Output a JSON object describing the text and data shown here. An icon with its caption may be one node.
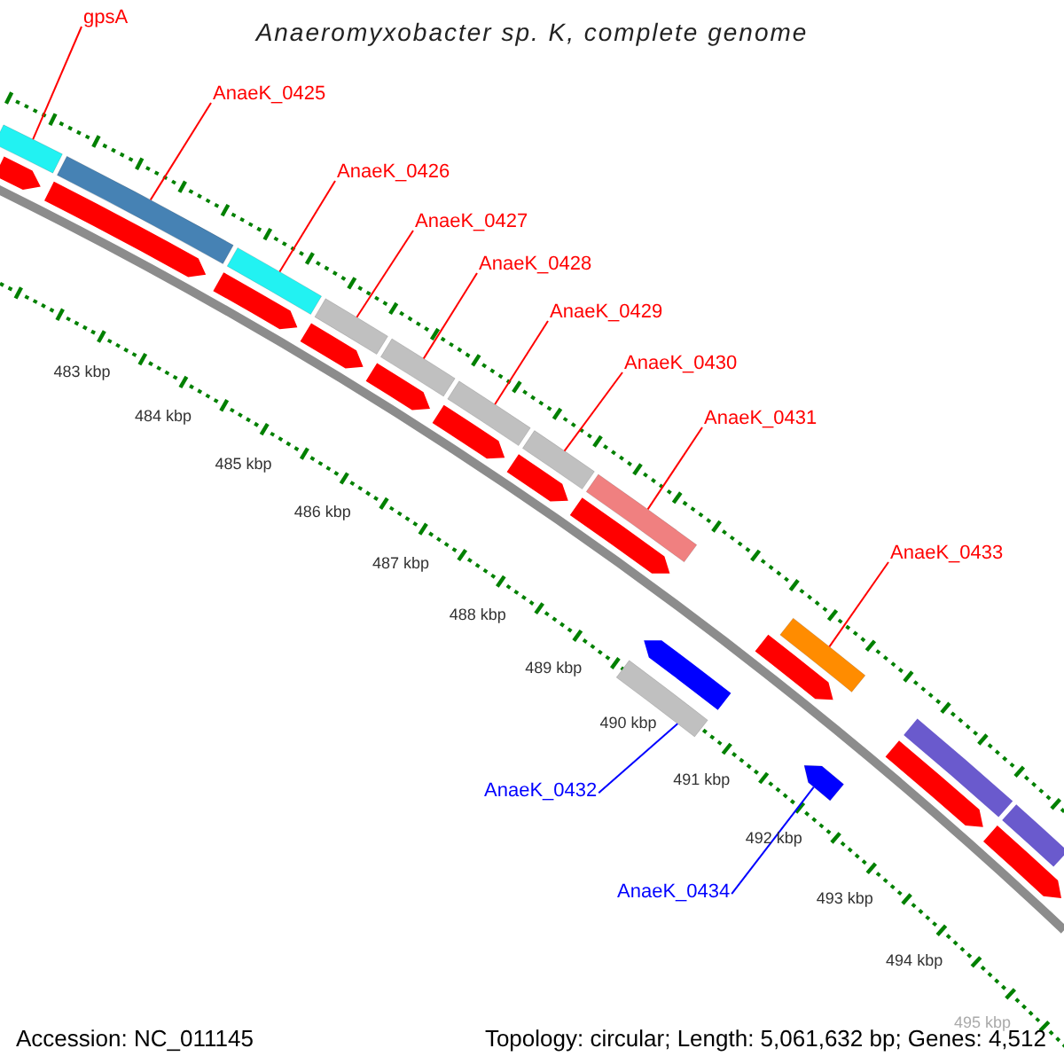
{
  "diagram": {
    "title": "Anaeromyxobacter sp. K, complete genome",
    "nodes": [
      {
        "text": [
          "gpsA"
        ]
      },
      {
        "text": [
          "AnaeK_0425"
        ]
      },
      {
        "text": [
          "AnaeK_0426"
        ]
      },
      {
        "text": [
          "AnaeK_0427"
        ]
      },
      {
        "text": [
          "AnaeK_0428"
        ]
      },
      {
        "text": [
          "AnaeK_0429"
        ]
      },
      {
        "text": [
          "AnaeK_0430"
        ]
      },
      {
        "text": [
          "AnaeK_0431"
        ]
      },
      {
        "text": [
          "AnaeK_0433"
        ]
      },
      {
        "text": [
          "AnaeK_0432"
        ]
      },
      {
        "text": [
          "AnaeK_0434"
        ]
      },
      {
        "text": [],
        "shape": "bar"
      },
      {
        "text": [],
        "shape": "bar"
      },
      {
        "text": [],
        "shape": "bar"
      },
      {
        "text": [],
        "shape": "bar"
      },
      {
        "text": [],
        "shape": "bar"
      },
      {
        "text": [],
        "shape": "bar"
      },
      {
        "text": [],
        "shape": "bar"
      },
      {
        "text": [],
        "shape": "bar"
      },
      {
        "text": [],
        "shape": "bar"
      },
      {
        "text": [],
        "shape": "bar"
      },
      {
        "text": [],
        "shape": "bar"
      }
    ],
    "edges": [
      {
        "from": 0,
        "to": 11,
        "arrow": "none"
      },
      {
        "from": 1,
        "to": 12,
        "arrow": "none"
      },
      {
        "from": 2,
        "to": 13,
        "arrow": "none"
      },
      {
        "from": 3,
        "to": 14,
        "arrow": "none"
      },
      {
        "from": 4,
        "to": 15,
        "arrow": "none"
      },
      {
        "from": 5,
        "to": 16,
        "arrow": "none"
      },
      {
        "from": 6,
        "to": 17,
        "arrow": "none"
      },
      {
        "from": 7,
        "to": 18,
        "arrow": "none"
      },
      {
        "from": 8,
        "to": 19,
        "arrow": "none"
      },
      {
        "from": 9,
        "to": 20,
        "arrow": "none",
        "color": "#0000ff"
      },
      {
        "from": 10,
        "to": 21,
        "arrow": "none",
        "color": "#0000ff"
      }
    ],
    "labels": [
      "483 kbp",
      "484 kbp",
      "485 kbp",
      "486 kbp",
      "487 kbp",
      "488 kbp",
      "489 kbp",
      "490 kbp",
      "491 kbp",
      "492 kbp",
      "493 kbp",
      "494 kbp",
      "495 kbp",
      "Accession: NC_011145",
      "Topology: circular; Length: 5,061,632 bp; Genes: 4,512"
    ]
  }
}
